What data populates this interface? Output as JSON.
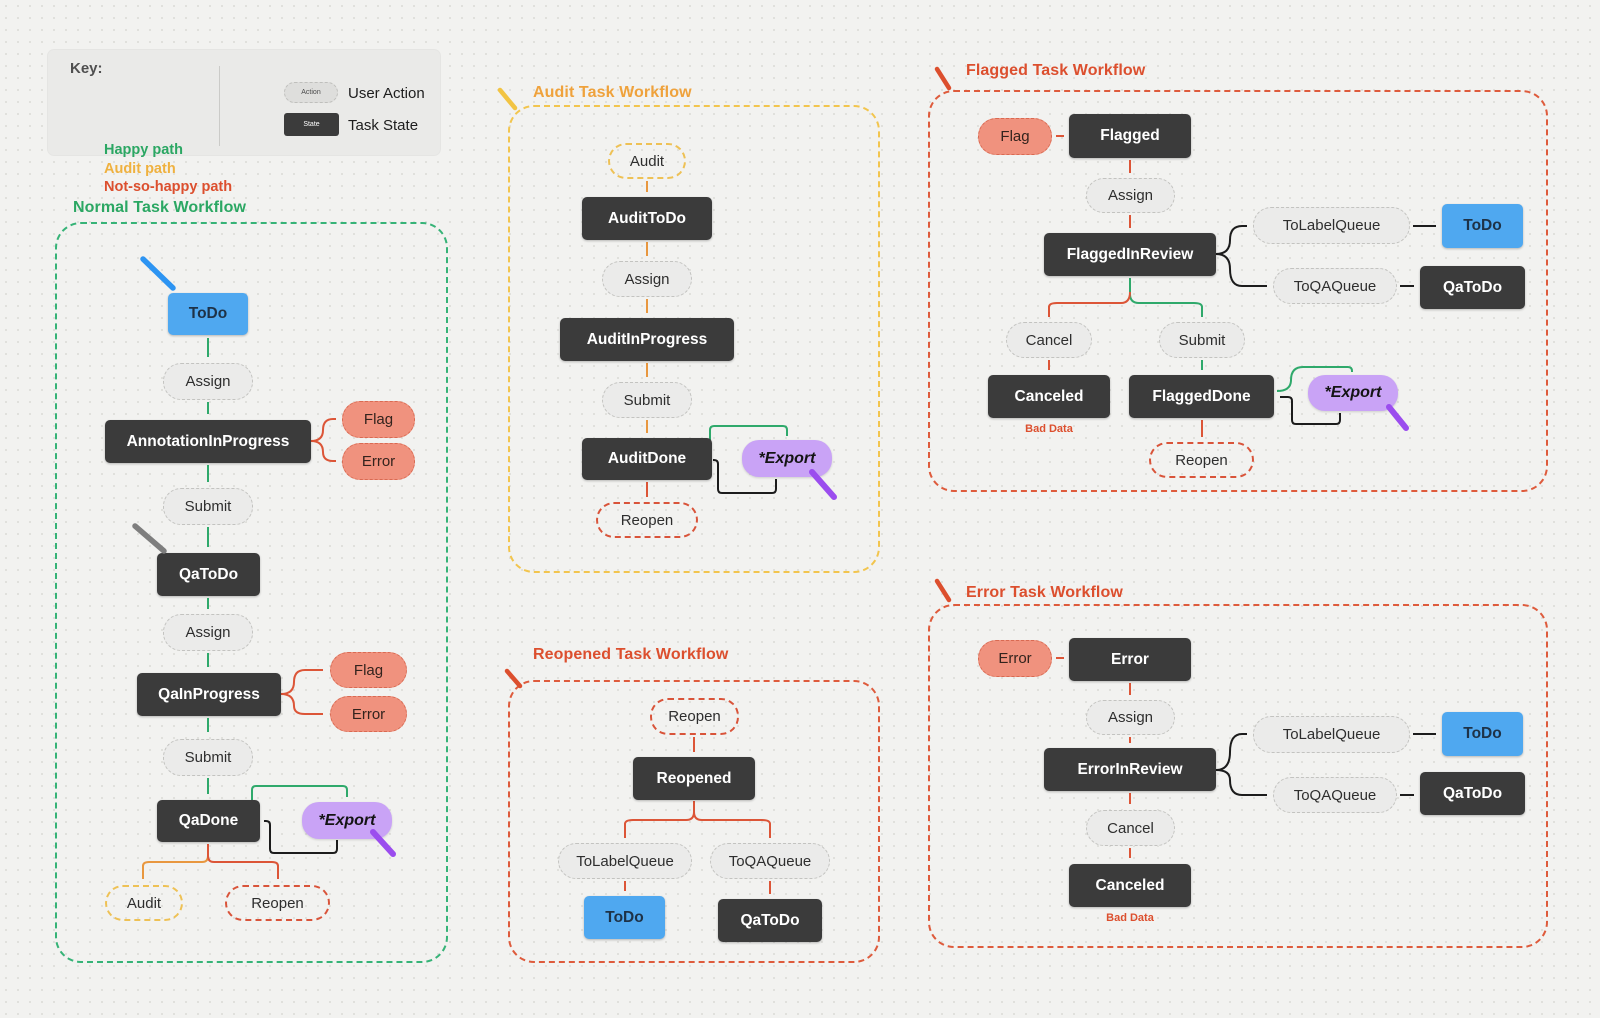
{
  "legend": {
    "title": "Key:",
    "items": [
      {
        "label": "Happy path",
        "color": "#2BA763"
      },
      {
        "label": "Audit path",
        "color": "#EFB13F"
      },
      {
        "label": "Not-so-happy path",
        "color": "#DC4F2E"
      }
    ],
    "action_sample": "Action",
    "action_desc": "User Action",
    "state_sample": "State",
    "state_desc": "Task State"
  },
  "colors": {
    "happy_path": "#2FA96B",
    "audit_path": "#F2C443",
    "not_so_happy_path": "#DC5537",
    "task_state_fill": "#3B3B3B",
    "todo_fill": "#4FA8F0",
    "user_action_fill": "#F0927E",
    "export_fill": "#C9A3F6",
    "export_arrow": "#9B4DEE",
    "canvas_bg": "#F2F2F0"
  },
  "normal": {
    "title": "Normal Task Workflow",
    "nodes": {
      "todo": "ToDo",
      "assign1": "Assign",
      "annotation_in_progress": "AnnotationInProgress",
      "flag1": "Flag",
      "error1": "Error",
      "submit1": "Submit",
      "qa_todo": "QaToDo",
      "assign2": "Assign",
      "qa_in_progress": "QaInProgress",
      "flag2": "Flag",
      "error2": "Error",
      "submit2": "Submit",
      "qa_done": "QaDone",
      "export": "*Export",
      "audit": "Audit",
      "reopen": "Reopen"
    }
  },
  "audit": {
    "title": "Audit Task Workflow",
    "nodes": {
      "audit": "Audit",
      "audit_todo": "AuditToDo",
      "assign": "Assign",
      "audit_in_progress": "AuditInProgress",
      "submit": "Submit",
      "audit_done": "AuditDone",
      "export": "*Export",
      "reopen": "Reopen"
    }
  },
  "flagged": {
    "title": "Flagged Task Workflow",
    "nodes": {
      "flag": "Flag",
      "flagged": "Flagged",
      "assign": "Assign",
      "flagged_in_review": "FlaggedInReview",
      "to_label_queue": "ToLabelQueue",
      "todo": "ToDo",
      "to_qa_queue": "ToQAQueue",
      "qa_todo": "QaToDo",
      "cancel": "Cancel",
      "submit": "Submit",
      "canceled": "Canceled",
      "bad_data": "Bad Data",
      "flagged_done": "FlaggedDone",
      "export": "*Export",
      "reopen": "Reopen"
    }
  },
  "reopened": {
    "title": "Reopened Task Workflow",
    "nodes": {
      "reopen": "Reopen",
      "reopened": "Reopened",
      "to_label_queue": "ToLabelQueue",
      "to_qa_queue": "ToQAQueue",
      "todo": "ToDo",
      "qa_todo": "QaToDo"
    }
  },
  "error": {
    "title": "Error Task Workflow",
    "nodes": {
      "error_action": "Error",
      "error_state": "Error",
      "assign": "Assign",
      "error_in_review": "ErrorInReview",
      "to_label_queue": "ToLabelQueue",
      "todo": "ToDo",
      "to_qa_queue": "ToQAQueue",
      "qa_todo": "QaToDo",
      "cancel": "Cancel",
      "canceled": "Canceled",
      "bad_data": "Bad Data"
    }
  }
}
